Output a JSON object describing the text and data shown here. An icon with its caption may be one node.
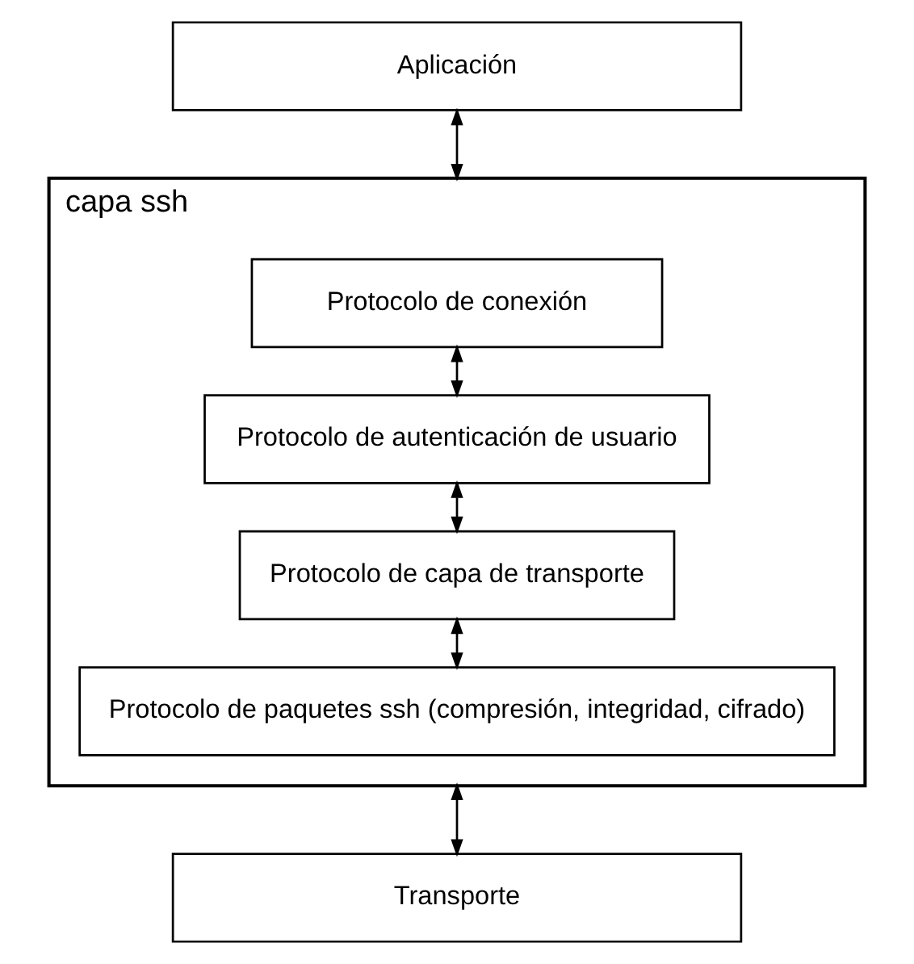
{
  "diagram": {
    "nodes": [
      {
        "text": [
          "Aplicación"
        ]
      },
      {
        "text": [],
        "shape": "box",
        "beside": [
          "capa ssh"
        ]
      },
      {
        "text": [
          "Protocolo de conexión"
        ],
        "in": 1
      },
      {
        "text": [
          "Protocolo de autenticación de usuario"
        ],
        "in": 1
      },
      {
        "text": [
          "Protocolo de capa de transporte"
        ],
        "in": 1
      },
      {
        "text": [
          "Protocolo de paquetes ssh (compresión, integridad, cifrado)"
        ],
        "in": 1
      },
      {
        "text": [
          "Transporte"
        ]
      }
    ],
    "edges": [
      {
        "from": 0,
        "to": 1,
        "arrow": "both"
      },
      {
        "from": 2,
        "to": 3,
        "arrow": "both"
      },
      {
        "from": 3,
        "to": 4,
        "arrow": "both"
      },
      {
        "from": 4,
        "to": 5,
        "arrow": "both"
      },
      {
        "from": 1,
        "to": 6,
        "arrow": "both"
      }
    ]
  }
}
